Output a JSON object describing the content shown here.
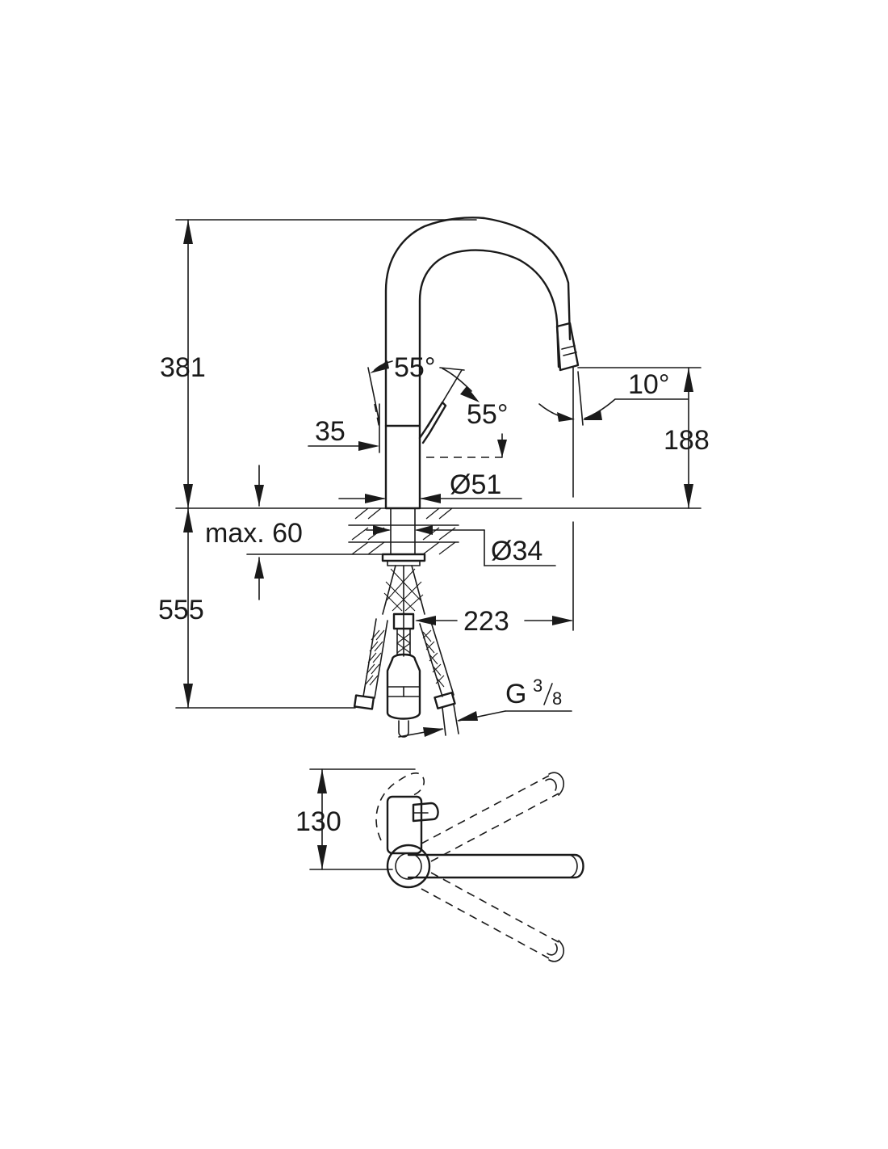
{
  "dimensions": {
    "height_above_deck": "381",
    "height_below_deck": "555",
    "spout_outlet_height": "188",
    "lever_rotation_angle": "55°",
    "lever_swing_angle": "55°",
    "spout_tilt_angle": "10°",
    "lever_offset": "35",
    "body_diameter": "Ø51",
    "hole_diameter": "Ø34",
    "max_deck_thickness": "max. 60",
    "spout_reach": "223",
    "connection_thread_main": "G",
    "connection_thread_numerator": "3",
    "connection_thread_denominator": "8",
    "plan_view_depth": "130"
  },
  "colors": {
    "ink": "#1a1a1a",
    "background": "#ffffff"
  }
}
